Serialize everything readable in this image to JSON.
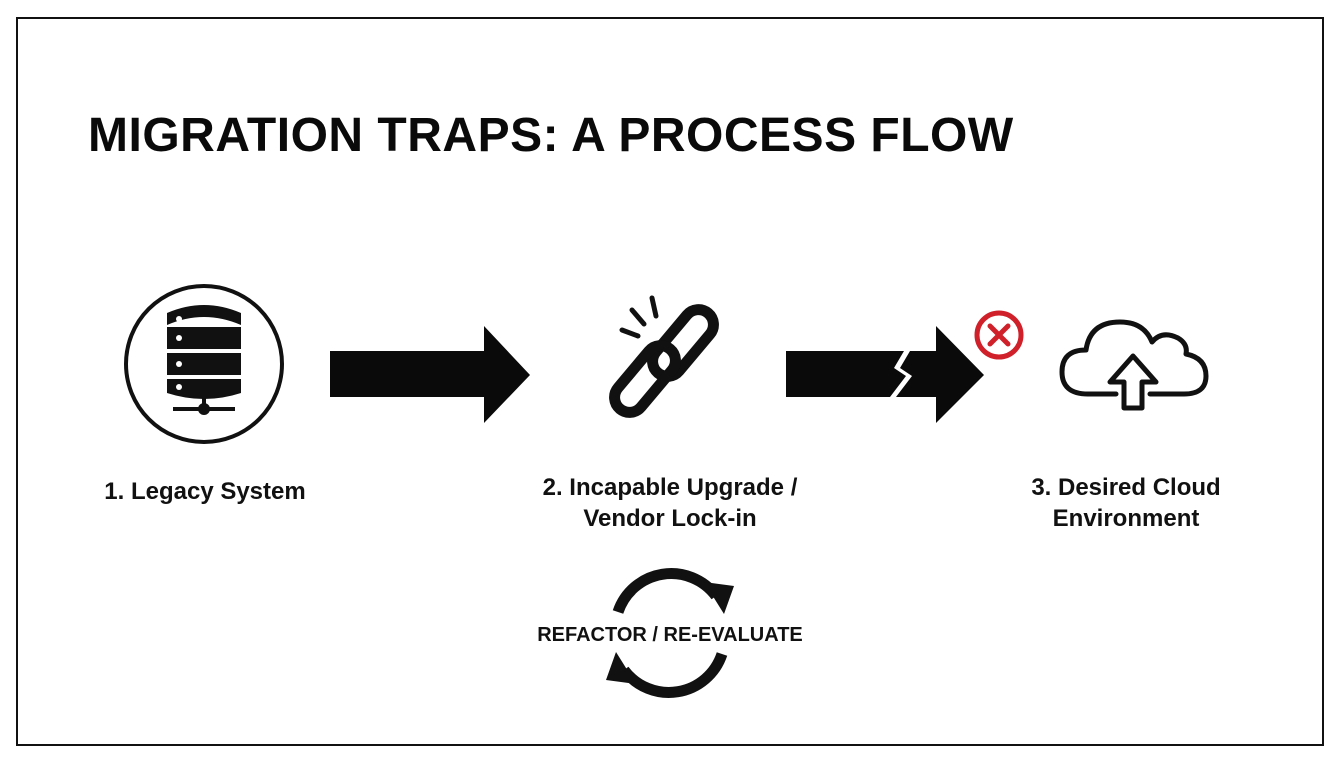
{
  "diagram": {
    "title": "MIGRATION TRAPS: A PROCESS FLOW",
    "steps": [
      {
        "label": "1. Legacy System",
        "icon": "database-server-icon"
      },
      {
        "label_line1": "2. Incapable Upgrade /",
        "label_line2": "Vendor Lock-in",
        "icon": "broken-chain-link-icon"
      },
      {
        "label_line1": "3. Desired Cloud",
        "label_line2": "Environment",
        "icon": "cloud-upload-icon"
      }
    ],
    "connectors": [
      {
        "from": "1. Legacy System",
        "to": "2. Incapable Upgrade / Vendor Lock-in",
        "style": "solid-arrow"
      },
      {
        "from": "2. Incapable Upgrade / Vendor Lock-in",
        "to": "3. Desired Cloud Environment",
        "style": "broken-arrow",
        "blocked_icon": "blocked-x-icon"
      }
    ],
    "loop": {
      "label": "REFACTOR / RE-EVALUATE",
      "icon": "cycle-arrows-icon"
    },
    "colors": {
      "ink": "#111111",
      "blocked": "#d0202a",
      "background": "#ffffff"
    }
  }
}
